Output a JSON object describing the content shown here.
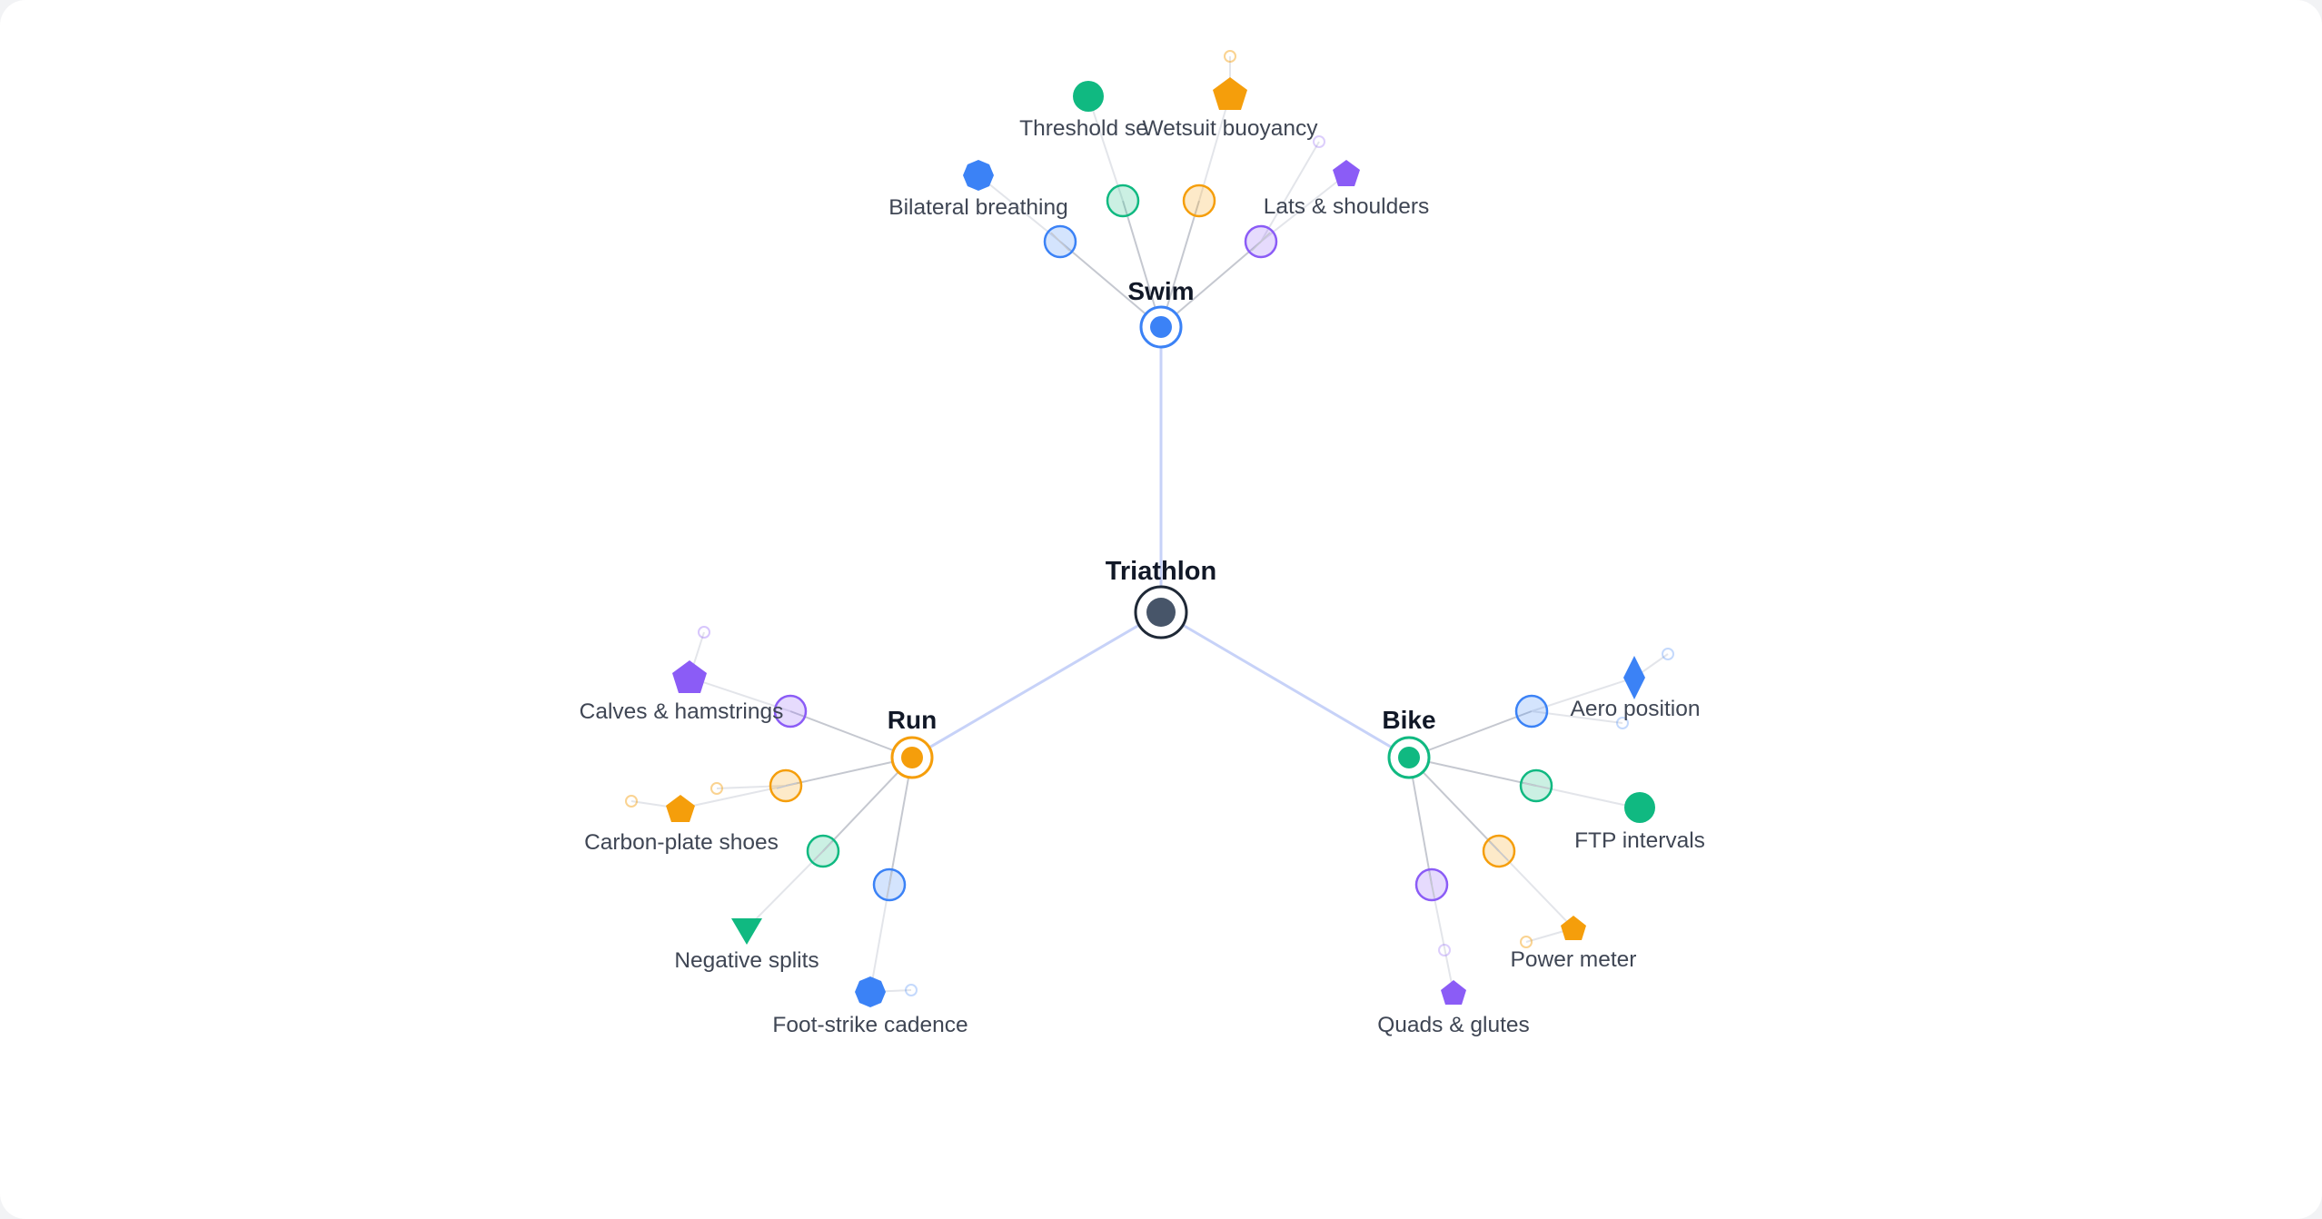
{
  "colors": {
    "blue": "#3b82f6",
    "green": "#10b981",
    "orange": "#f59e0b",
    "purple": "#8b5cf6",
    "root": "#475569",
    "root_ring": "#1f2937",
    "edge_main": "#c7d2f8",
    "edge": "#c5c8d0"
  },
  "root": {
    "label": "Triathlon"
  },
  "hubs": [
    {
      "id": "swim",
      "label": "Swim",
      "color": "blue"
    },
    {
      "id": "run",
      "label": "Run",
      "color": "orange"
    },
    {
      "id": "bike",
      "label": "Bike",
      "color": "green"
    }
  ],
  "leaves": [
    {
      "id": "swim-breathing",
      "hub": "swim",
      "label": "Bilateral breathing",
      "shape": "octagon-icon",
      "color": "blue"
    },
    {
      "id": "swim-threshold",
      "hub": "swim",
      "label": "Threshold se",
      "shape": "circle-icon",
      "color": "green"
    },
    {
      "id": "swim-wetsuit",
      "hub": "swim",
      "label": "Wetsuit buoyancy",
      "shape": "pentagon-icon",
      "color": "orange"
    },
    {
      "id": "swim-lats",
      "hub": "swim",
      "label": "Lats & shoulders",
      "shape": "pentagon-icon",
      "color": "purple"
    },
    {
      "id": "run-calves",
      "hub": "run",
      "label": "Calves & hamstrings",
      "shape": "pentagon-icon",
      "color": "purple"
    },
    {
      "id": "run-shoes",
      "hub": "run",
      "label": "Carbon-plate shoes",
      "shape": "pentagon-icon",
      "color": "orange"
    },
    {
      "id": "run-splits",
      "hub": "run",
      "label": "Negative splits",
      "shape": "triangle-icon",
      "color": "green"
    },
    {
      "id": "run-cadence",
      "hub": "run",
      "label": "Foot-strike cadence",
      "shape": "octagon-icon",
      "color": "blue"
    },
    {
      "id": "bike-aero",
      "hub": "bike",
      "label": "Aero position",
      "shape": "diamond-icon",
      "color": "blue"
    },
    {
      "id": "bike-ftp",
      "hub": "bike",
      "label": "FTP intervals",
      "shape": "circle-icon",
      "color": "green"
    },
    {
      "id": "bike-power",
      "hub": "bike",
      "label": "Power meter",
      "shape": "pentagon-icon",
      "color": "orange"
    },
    {
      "id": "bike-quads",
      "hub": "bike",
      "label": "Quads & glutes",
      "shape": "pentagon-icon",
      "color": "purple"
    }
  ]
}
